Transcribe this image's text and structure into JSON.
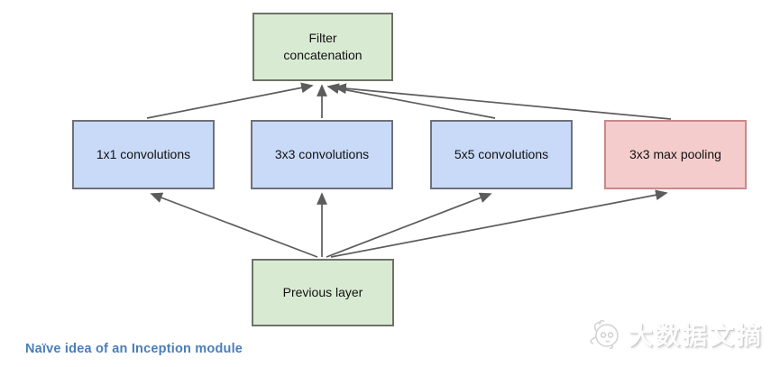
{
  "diagram": {
    "title_hint": "Naive Inception module block diagram",
    "nodes": [
      {
        "id": "filter_concat",
        "label": "Filter concatenation",
        "type": "concat"
      },
      {
        "id": "conv1",
        "label": "1x1 convolutions",
        "type": "conv"
      },
      {
        "id": "conv3",
        "label": "3x3 convolutions",
        "type": "conv"
      },
      {
        "id": "conv5",
        "label": "5x5 convolutions",
        "type": "conv"
      },
      {
        "id": "maxpool",
        "label": "3x3 max pooling",
        "type": "pool"
      },
      {
        "id": "prev",
        "label": "Previous layer",
        "type": "layer"
      }
    ],
    "edges": [
      {
        "from": "prev",
        "to": "conv1"
      },
      {
        "from": "prev",
        "to": "conv3"
      },
      {
        "from": "prev",
        "to": "conv5"
      },
      {
        "from": "prev",
        "to": "maxpool"
      },
      {
        "from": "conv1",
        "to": "filter_concat"
      },
      {
        "from": "conv3",
        "to": "filter_concat"
      },
      {
        "from": "conv5",
        "to": "filter_concat"
      },
      {
        "from": "maxpool",
        "to": "filter_concat"
      }
    ],
    "palette": {
      "layer_fill": "#d9ead3",
      "conv_fill": "#c9daf8",
      "pool_fill": "#f4cccc",
      "layer_border": "#6d7267",
      "conv_border": "#6d717a",
      "pool_border": "#c98989",
      "arrow": "#5c5c5c",
      "node_text": "#111111",
      "caption_blue": "#4a7ebb"
    }
  },
  "caption": {
    "text": "Naïve idea of an Inception module"
  },
  "watermark": {
    "text": "大数据文摘",
    "icon": "digest-mascot-icon"
  }
}
